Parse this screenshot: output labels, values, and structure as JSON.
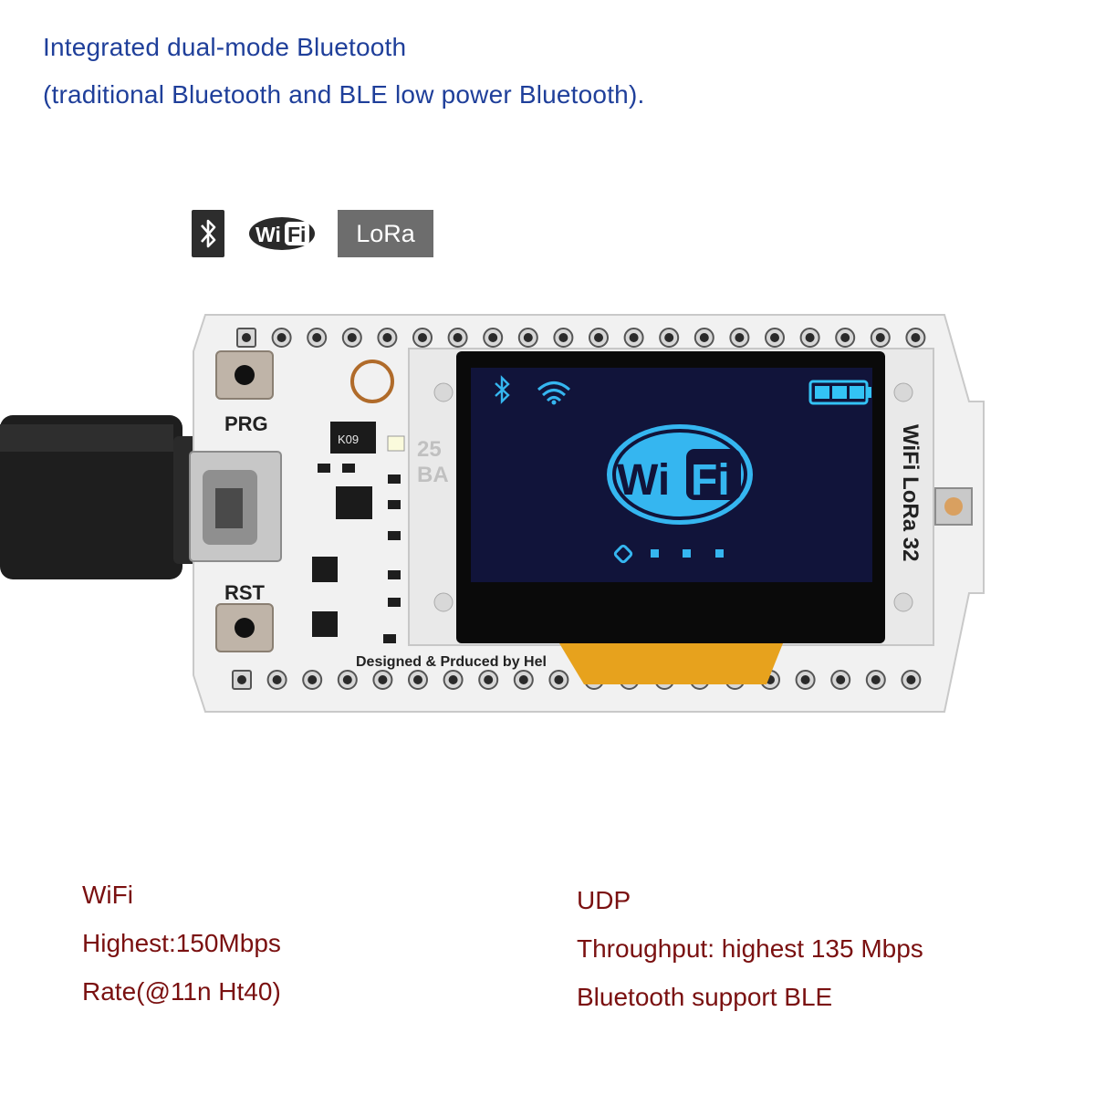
{
  "headline": {
    "line1": "Integrated dual-mode Bluetooth",
    "line2": "(traditional Bluetooth and BLE low power Bluetooth)."
  },
  "badges": {
    "bluetooth_icon": "bluetooth-icon",
    "wifi_logo": "Wi Fi",
    "lora": "LoRa"
  },
  "board": {
    "button_prg": "PRG",
    "button_rst": "RST",
    "silk_25": "25",
    "silk_ba": "BA",
    "side_label": "WiFi LoRa 32",
    "bottom_text": "Designed & Prduced by Hel",
    "oled_logo": "Wi Fi",
    "chip_label": "K09",
    "colors": {
      "pcb": "#f1f1f1",
      "oled": "#11143a",
      "oled_glyph": "#35b6f0",
      "battery": "#33c3f5"
    }
  },
  "specs": {
    "left": [
      "WiFi",
      "Highest:150Mbps",
      "Rate(@11n Ht40)"
    ],
    "right": [
      "UDP",
      "Throughput: highest 135 Mbps",
      "Bluetooth support BLE"
    ]
  }
}
